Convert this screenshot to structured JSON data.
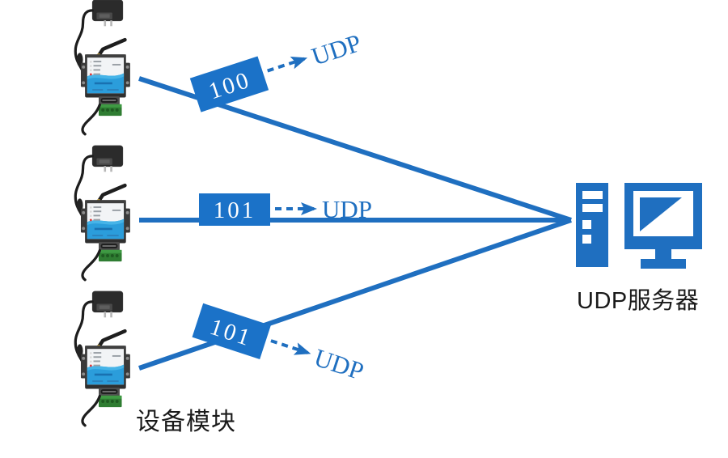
{
  "diagram": {
    "title": "UDP network topology",
    "colors": {
      "accent_blue": "#1f6fc0",
      "box_blue": "#1b72c8",
      "label_black": "#1a1a1a",
      "background": "#ffffff"
    },
    "connections": [
      {
        "id": "conn-1",
        "port_label": "100",
        "protocol_label": "UDP",
        "angle_deg": -17.7
      },
      {
        "id": "conn-2",
        "port_label": "101",
        "protocol_label": "UDP",
        "angle_deg": 0
      },
      {
        "id": "conn-3",
        "port_label": "101",
        "protocol_label": "UDP",
        "angle_deg": 17.7
      }
    ],
    "nodes": {
      "devices": [
        {
          "id": "device-1",
          "name": "serial-wifi-module"
        },
        {
          "id": "device-2",
          "name": "serial-wifi-module"
        },
        {
          "id": "device-3",
          "name": "serial-wifi-module"
        }
      ],
      "device_group_label": "设备模块",
      "server": {
        "label": "UDP服务器",
        "icon": "server-tower-and-monitor-icon"
      }
    }
  }
}
